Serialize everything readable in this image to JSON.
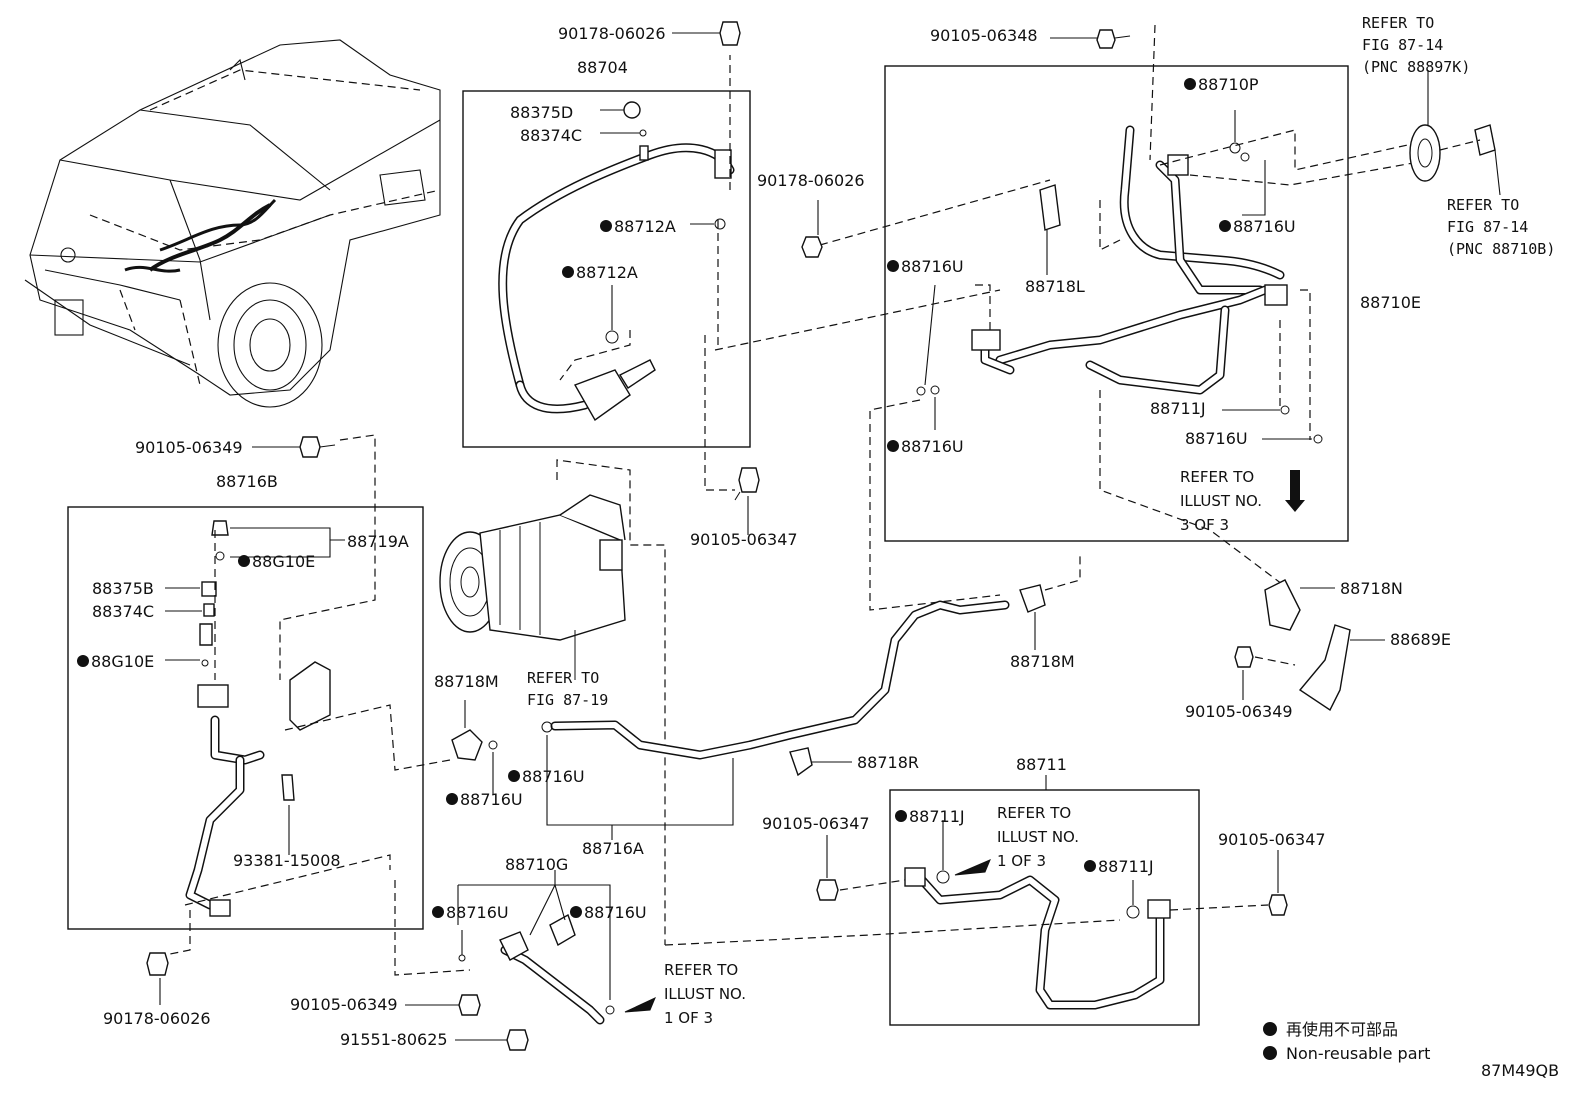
{
  "diagram_id": "87M49QB",
  "legend": {
    "line1": "再使用不可部品",
    "line2": "Non-reusable part"
  },
  "refs": {
    "fig_87_14_top": [
      "REFER TO",
      "FIG 87-14",
      "(PNC 88897K)"
    ],
    "fig_87_14_right": [
      "REFER TO",
      "FIG 87-14",
      "(PNC 88710B)"
    ],
    "fig_87_19": [
      "REFER TO",
      "FIG 87-19"
    ],
    "illust_3_of_3": [
      "REFER TO",
      "ILLUST NO.",
      "3 OF 3"
    ],
    "illust_1_of_3_a": [
      "REFER TO",
      "ILLUST NO.",
      "1 OF 3"
    ],
    "illust_1_of_3_b": [
      "REFER TO",
      "ILLUST NO.",
      "1 OF 3"
    ]
  },
  "parts": {
    "p90178_06026_top": "90178-06026",
    "p88704": "88704",
    "p88375D": "88375D",
    "p88374C_top": "88374C",
    "p88712A_1": "88712A",
    "p88712A_2": "88712A",
    "p90178_06026_mid": "90178-06026",
    "p90105_06348": "90105-06348",
    "p88710P": "88710P",
    "p88716U_r1": "88716U",
    "p88716U_r2": "88716U",
    "p88718L": "88718L",
    "p88710E": "88710E",
    "p88716U_r3": "88716U",
    "p88711J_r": "88711J",
    "p88716U_r4": "88716U",
    "p90105_06347_top": "90105-06347",
    "p90105_06349_left": "90105-06349",
    "p88716B": "88716B",
    "p88719A": "88719A",
    "p88G10E_1": "88G10E",
    "p88375B": "88375B",
    "p88374C_left": "88374C",
    "p88G10E_2": "88G10E",
    "p93381_15008": "93381-15008",
    "p90178_06026_bot": "90178-06026",
    "p88718M_l": "88718M",
    "p88716U_m1": "88716U",
    "p88716U_m2": "88716U",
    "p88716A": "88716A",
    "p88718M_r": "88718M",
    "p88718R": "88718R",
    "p88718N": "88718N",
    "p88689E": "88689E",
    "p90105_06349_right": "90105-06349",
    "p88710G": "88710G",
    "p88716U_b1": "88716U",
    "p88716U_b2": "88716U",
    "p90105_06349_bot": "90105-06349",
    "p91551_80625": "91551-80625",
    "p88711": "88711",
    "p90105_06347_mid": "90105-06347",
    "p88711J_1": "88711J",
    "p88711J_2": "88711J",
    "p90105_06347_right": "90105-06347"
  }
}
